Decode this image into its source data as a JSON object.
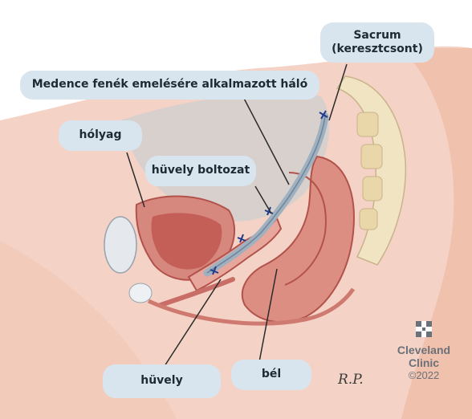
{
  "labels": {
    "sacrum": "Sacrum\n(keresztcsont)",
    "mesh": "Medence fenék emelésére alkalmazott háló",
    "bladder": "hólyag",
    "vault": "hüvely boltozat",
    "vagina": "hüvely",
    "bowel": "bél"
  },
  "logo": {
    "name_line1": "Cleveland",
    "name_line2": "Clinic",
    "year": "©2022",
    "signature": "R.P."
  },
  "colors": {
    "label_bg": "#d8e4ee",
    "skin": "#f2c4b2",
    "muscle": "#d67a72",
    "bone": "#f1e4c2",
    "mesh": "#9fb1c0",
    "leader": "#2b2b2b"
  }
}
